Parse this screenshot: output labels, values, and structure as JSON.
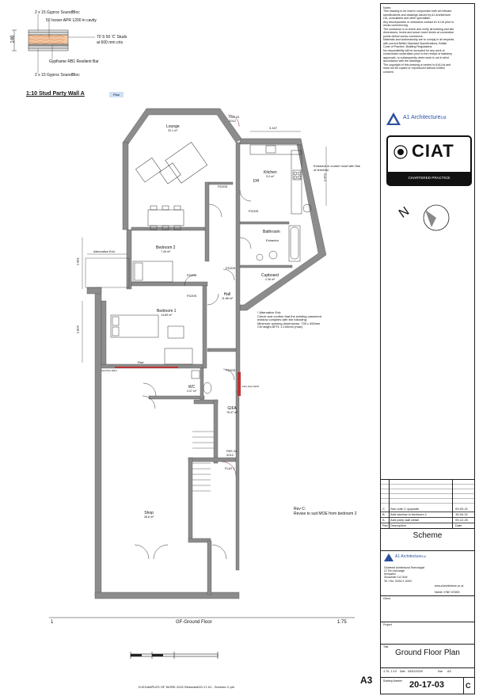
{
  "detail": {
    "dim": "146",
    "layer1": "2 x 15 Gyproc SoundBloc",
    "layer2": "50 Isover APR 1200 in cavity",
    "layer3a": "70 S 50 'C' Studs",
    "layer3b": "at 600 mm crts",
    "layer4": "Gypframe RB1 Resilient Bar",
    "layer5": "2 x 15 Gyproc SoundBloc",
    "title": "1:10 Stud Party Wall A",
    "tag": "Plan"
  },
  "rooms": {
    "lounge": {
      "name": "Lounge",
      "area": "20.1 m²"
    },
    "kitchen": {
      "name": "Kitchen",
      "area": "9.0 m²"
    },
    "bedroom2": {
      "name": "Bedroom 2",
      "area": "7.49 m²"
    },
    "bathroom": {
      "name": "Bathroom",
      "area": ""
    },
    "cupboard": {
      "name": "Cupboard",
      "area": "2.36 m²"
    },
    "hall": {
      "name": "Hall",
      "area": "11.88 m²"
    },
    "bedroom1": {
      "name": "Bedroom 1",
      "area": "14.89 m²"
    },
    "wc": {
      "name": "WC",
      "area": "2.07 m²"
    },
    "gifa": {
      "name": "GIFA",
      "area": "78.47 m²"
    },
    "shop": {
      "name": "Shop",
      "area": "28.8 m²"
    }
  },
  "labels": {
    "pas_top": "PAS 24",
    "pas_top_year": "2012",
    "pas_mid": "PAS 24",
    "pas_mid_year": "2012",
    "flat1": "FLAT 1",
    "fd1": "FD20S",
    "fd2": "FD20S",
    "fd3": "FD20S",
    "fd4": "FD20S",
    "fd5": "FD20S",
    "fd6": "FD20S",
    "dh": "DH",
    "extractor": "Extractor",
    "extractor_note": "Extractor in cooker hood with flue of terminal",
    "alt_exit": "Alternative Exit",
    "dim_kitchen": "3.447",
    "dim_kitchen_side": "2.473",
    "dim_bed2": "2.981",
    "dim_bed1": "2.804",
    "rad": "Rad",
    "party_wall": "Stud Party Wall A",
    "party_wall_b": "Party Party Wall B"
  },
  "note_alt": {
    "title": "* Alternative Exit:",
    "l1": "Check and confirm that the existing casement",
    "l2": "window complies with the following;",
    "l3": "Minimum opening dimensions: 735 x 450mm",
    "l4": "Cill height AFFL 1,100mm (max)"
  },
  "rev_note": {
    "l1": "Rev C:",
    "l2": "Revise to suit MOE from bedroom 2"
  },
  "footer": {
    "sheet_num": "1",
    "drawing_label": "GF-Ground Floor",
    "scale": "1:75",
    "size": "A3",
    "filename": "D:\\EXAMPLES OF WORK 2022 Redacted\\20-17-01 - Scheme C.pln"
  },
  "titleblock": {
    "notes_title": "Notes",
    "notes": [
      "This drawing to be read in conjunction with all relevant",
      "specifications and drawings issued by A1 Architecture",
      "Ltd, consultants and other specialists.",
      "Any discrepancies or omissions contact A1 A Ltd prior to",
      "works commencing.",
      "The contractor is to check and verify all building and site",
      "dimensions, levels and sewer invert levels at connection",
      "points before works commence.",
      "Materials and workmanship are to comply in all respects",
      "with current British Standard Specifications, British",
      "Code of Practice, Building Regulations.",
      "No responsibility will be accepted for any work of",
      "construction undertaken prior to the receipt of statutory",
      "approvals, or subsequently when work is not in strict",
      "accordance with the drawings.",
      "The copyright of this drawing is vested in A1A Ltd and",
      "must not be copied or reproduced without written",
      "consent."
    ],
    "brand": "A1 Architecture",
    "brand_suffix": "Ltd",
    "ciat": "CIAT",
    "ciat_sub": "CHARTERED PRACTICE",
    "north": "N",
    "revisions": [
      {
        "rev": "C",
        "desc": "See note C opposite",
        "date": "09-03-21"
      },
      {
        "rev": "B",
        "desc": "Add window in bedroom 1",
        "date": "15-04-21"
      },
      {
        "rev": "A",
        "desc": "Add party wall detail",
        "date": "09-12-20"
      }
    ],
    "rev_head_rev": "Rev",
    "rev_head_desc": "Description",
    "rev_head_date": "Date",
    "stage": "Scheme",
    "company": "Chartered Architectural Technologist",
    "addr1": "12 The Anchorage",
    "addr2": "Hempsted",
    "addr3": "Gloucester GL2 5LW",
    "tel": "Tel / Fax: 01452 4 10310",
    "web": "www.a1architecture.co.uk",
    "mobile": "Mobile: 07867 670800",
    "client_label": "Client",
    "project_label": "Project",
    "title_label": "Title",
    "title": "Ground Floor Plan",
    "scale": "1:75, 1:10",
    "date_label": "Date",
    "date": "03/02/2020",
    "size_label": "Size",
    "size": "A3",
    "drawing_no_label": "Drawing Number",
    "drawing_no": "20-17-03",
    "rev": "C"
  },
  "colors": {
    "wall": "#888888",
    "door": "#7a2a2a",
    "brand_blue": "#2a4fa0",
    "tag_bg": "#cfe0f5"
  }
}
